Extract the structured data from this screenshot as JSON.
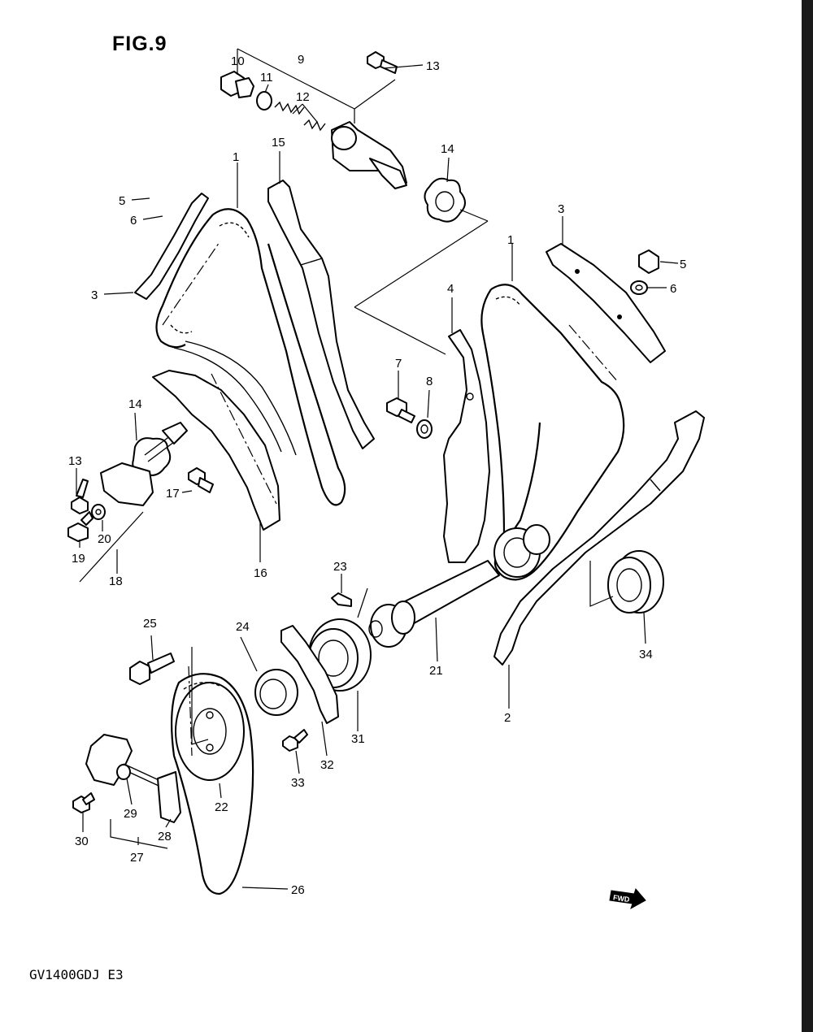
{
  "figure": {
    "title": "FIG.9",
    "model_code": "GV1400GDJ E3",
    "fwd_label": "FWD"
  },
  "callouts": [
    {
      "id": "c10",
      "text": "10"
    },
    {
      "id": "c9",
      "text": "9"
    },
    {
      "id": "c13a",
      "text": "13"
    },
    {
      "id": "c11",
      "text": "11"
    },
    {
      "id": "c12",
      "text": "12"
    },
    {
      "id": "c15",
      "text": "15"
    },
    {
      "id": "c1a",
      "text": "1"
    },
    {
      "id": "c14a",
      "text": "14"
    },
    {
      "id": "c5a",
      "text": "5"
    },
    {
      "id": "c6a",
      "text": "6"
    },
    {
      "id": "c3a",
      "text": "3"
    },
    {
      "id": "c3b",
      "text": "3"
    },
    {
      "id": "c1b",
      "text": "1"
    },
    {
      "id": "c5b",
      "text": "5"
    },
    {
      "id": "c6b",
      "text": "6"
    },
    {
      "id": "c4",
      "text": "4"
    },
    {
      "id": "c7",
      "text": "7"
    },
    {
      "id": "c8",
      "text": "8"
    },
    {
      "id": "c14b",
      "text": "14"
    },
    {
      "id": "c13b",
      "text": "13"
    },
    {
      "id": "c17",
      "text": "17"
    },
    {
      "id": "c20",
      "text": "20"
    },
    {
      "id": "c19",
      "text": "19"
    },
    {
      "id": "c18",
      "text": "18"
    },
    {
      "id": "c16",
      "text": "16"
    },
    {
      "id": "c23",
      "text": "23"
    },
    {
      "id": "c25",
      "text": "25"
    },
    {
      "id": "c24",
      "text": "24"
    },
    {
      "id": "c21",
      "text": "21"
    },
    {
      "id": "c34",
      "text": "34"
    },
    {
      "id": "c2",
      "text": "2"
    },
    {
      "id": "c31",
      "text": "31"
    },
    {
      "id": "c32",
      "text": "32"
    },
    {
      "id": "c33",
      "text": "33"
    },
    {
      "id": "c22",
      "text": "22"
    },
    {
      "id": "c29",
      "text": "29"
    },
    {
      "id": "c30",
      "text": "30"
    },
    {
      "id": "c28",
      "text": "28"
    },
    {
      "id": "c27",
      "text": "27"
    },
    {
      "id": "c26",
      "text": "26"
    }
  ]
}
